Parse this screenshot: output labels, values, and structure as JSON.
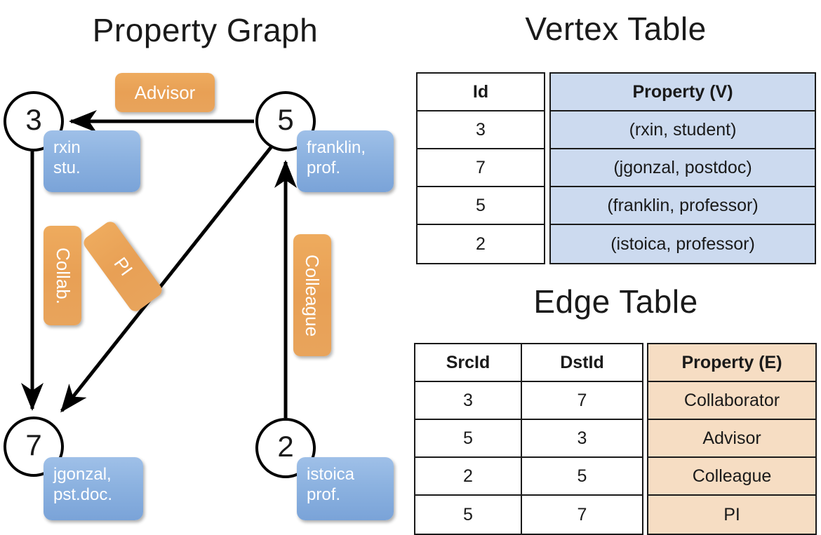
{
  "titles": {
    "property_graph": "Property Graph",
    "vertex_table": "Vertex Table",
    "edge_table": "Edge Table"
  },
  "colors": {
    "vertex_property_fill": "#ccdaef",
    "edge_property_fill": "#f6ddc3",
    "node_property_box": "#8cb2e0",
    "edge_label_box": "#e8a055",
    "stroke": "#1a1a1a"
  },
  "graph": {
    "nodes": [
      {
        "id": "3",
        "property_lines": [
          "rxin",
          "stu."
        ]
      },
      {
        "id": "5",
        "property_lines": [
          "franklin,",
          "prof."
        ]
      },
      {
        "id": "7",
        "property_lines": [
          "jgonzal,",
          "pst.doc."
        ]
      },
      {
        "id": "2",
        "property_lines": [
          "istoica",
          "prof."
        ]
      }
    ],
    "edge_labels": {
      "advisor": "Advisor",
      "collab": "Collab.",
      "pi": "PI",
      "colleague": "Colleague"
    },
    "edges": [
      {
        "src": "5",
        "dst": "3",
        "label": "Advisor"
      },
      {
        "src": "3",
        "dst": "7",
        "label": "Collab."
      },
      {
        "src": "5",
        "dst": "7",
        "label": "PI"
      },
      {
        "src": "2",
        "dst": "5",
        "label": "Colleague"
      }
    ]
  },
  "vertex_table": {
    "headers": {
      "id": "Id",
      "property": "Property (V)"
    },
    "rows": [
      {
        "id": "3",
        "property": "(rxin, student)"
      },
      {
        "id": "7",
        "property": "(jgonzal, postdoc)"
      },
      {
        "id": "5",
        "property": "(franklin, professor)"
      },
      {
        "id": "2",
        "property": "(istoica, professor)"
      }
    ]
  },
  "edge_table": {
    "headers": {
      "src": "SrcId",
      "dst": "DstId",
      "property": "Property (E)"
    },
    "rows": [
      {
        "src": "3",
        "dst": "7",
        "property": "Collaborator"
      },
      {
        "src": "5",
        "dst": "3",
        "property": "Advisor"
      },
      {
        "src": "2",
        "dst": "5",
        "property": "Colleague"
      },
      {
        "src": "5",
        "dst": "7",
        "property": "PI"
      }
    ]
  }
}
